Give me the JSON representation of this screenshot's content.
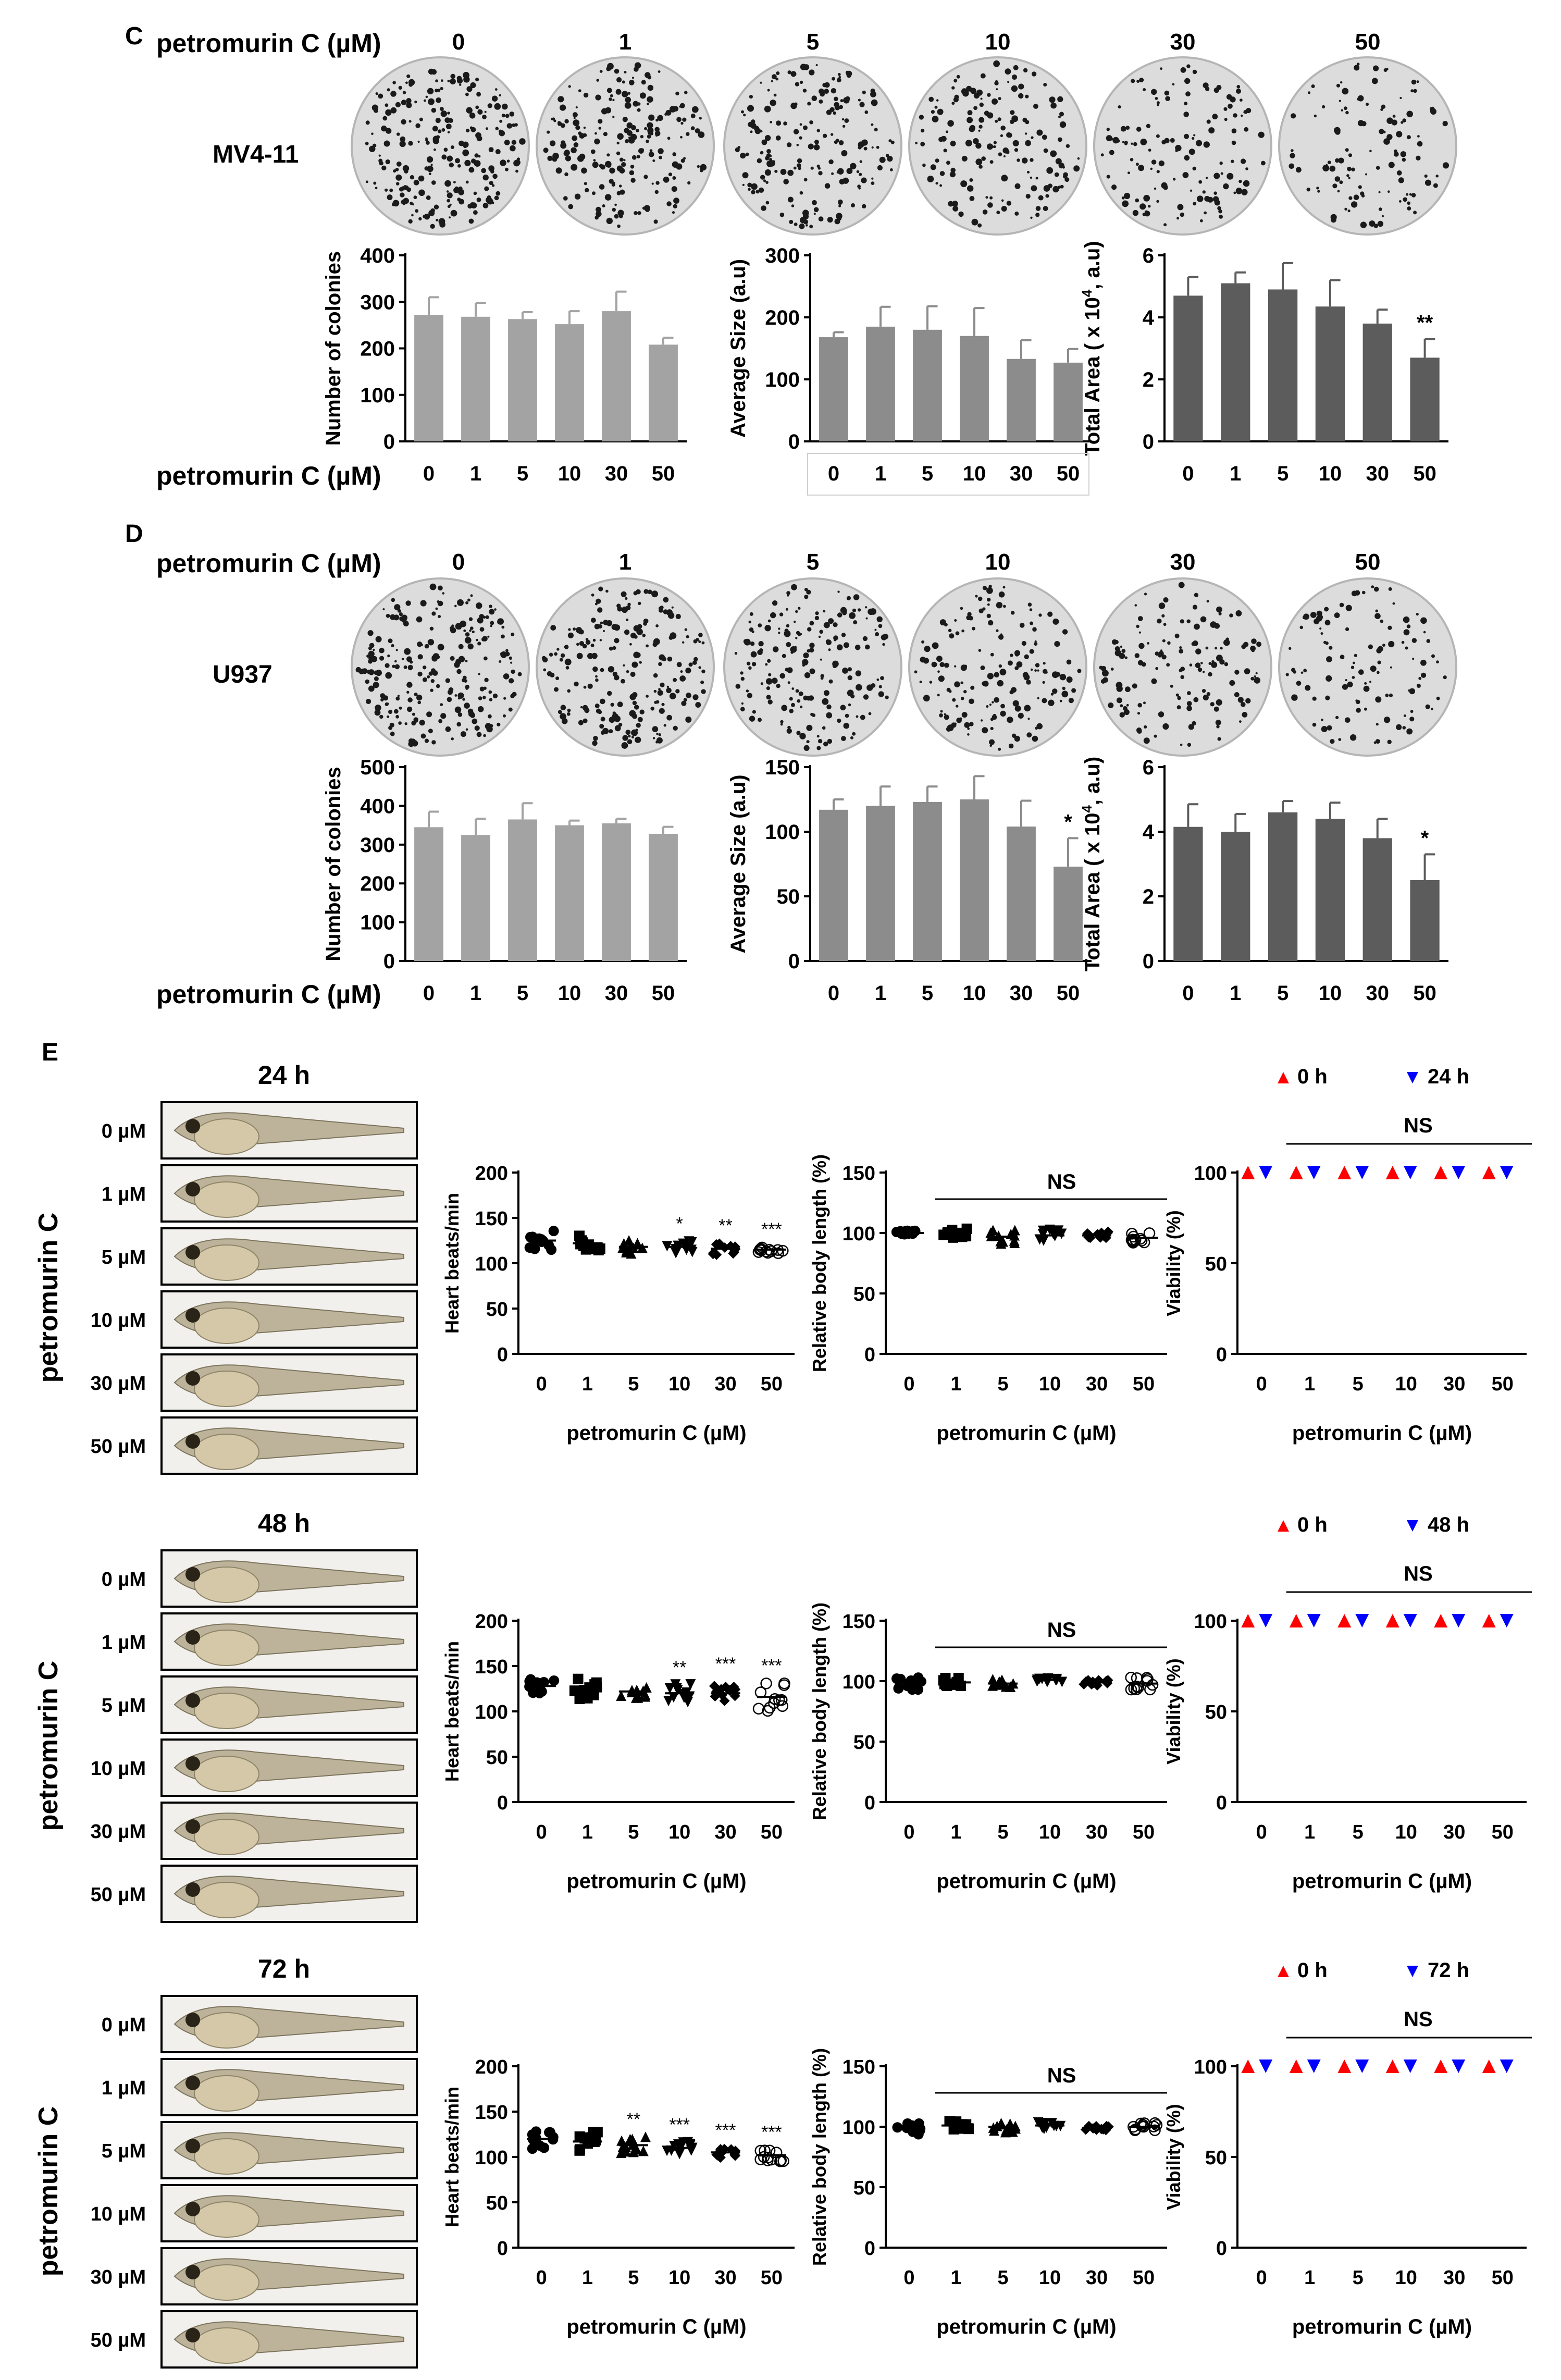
{
  "panels": {
    "C": "C",
    "D": "D",
    "E": "E"
  },
  "dose_header_label": "petromurin C (µM)",
  "doses": [
    "0",
    "1",
    "5",
    "10",
    "30",
    "50"
  ],
  "cell_lines": {
    "C": "MV4-11",
    "D": "U937"
  },
  "time_labels": [
    "24 h",
    "48 h",
    "72 h"
  ],
  "conc_labels": [
    "0 µM",
    "1 µM",
    "5 µM",
    "10 µM",
    "30 µM",
    "50 µM"
  ],
  "row_label_E": "petromurin C",
  "legend": {
    "zero": "0 h",
    "t": [
      "24 h",
      "48 h",
      "72 h"
    ]
  },
  "ns_label": "NS",
  "colors": {
    "bar_light": "#a3a3a3",
    "bar_mid": "#8c8c8c",
    "bar_dark": "#5c5c5c",
    "red": "#ff0000",
    "blue": "#0000ff"
  },
  "chart_data": [
    {
      "id": "C-colonies",
      "type": "bar",
      "categories": [
        "0",
        "1",
        "5",
        "10",
        "30",
        "50"
      ],
      "values": [
        272,
        268,
        263,
        252,
        280,
        208
      ],
      "errors": [
        38,
        30,
        15,
        28,
        42,
        15
      ],
      "ylabel": "Number of colonies",
      "xlabel": "petromurin C (µM)",
      "ylim": [
        0,
        400
      ],
      "yticks": [
        0,
        100,
        200,
        300,
        400
      ],
      "sig": [
        "",
        "",
        "",
        "",
        "",
        ""
      ]
    },
    {
      "id": "C-size",
      "type": "bar",
      "categories": [
        "0",
        "1",
        "5",
        "10",
        "30",
        "50"
      ],
      "values": [
        168,
        185,
        180,
        170,
        133,
        127
      ],
      "errors": [
        8,
        32,
        38,
        45,
        30,
        22
      ],
      "ylabel": "Average Size (a.u)",
      "ylim": [
        0,
        300
      ],
      "yticks": [
        0,
        100,
        200,
        300
      ],
      "sig": [
        "",
        "",
        "",
        "",
        "",
        ""
      ]
    },
    {
      "id": "C-area",
      "type": "bar",
      "categories": [
        "0",
        "1",
        "5",
        "10",
        "30",
        "50"
      ],
      "values": [
        4.7,
        5.1,
        4.9,
        4.35,
        3.8,
        2.7
      ],
      "errors": [
        0.6,
        0.35,
        0.85,
        0.85,
        0.45,
        0.6
      ],
      "ylabel": "Total Area ( x 10^4, a.u)",
      "ylim": [
        0,
        6
      ],
      "yticks": [
        0,
        2,
        4,
        6
      ],
      "sig": [
        "",
        "",
        "",
        "",
        "",
        "**"
      ]
    },
    {
      "id": "D-colonies",
      "type": "bar",
      "categories": [
        "0",
        "1",
        "5",
        "10",
        "30",
        "50"
      ],
      "values": [
        345,
        325,
        365,
        350,
        355,
        328
      ],
      "errors": [
        40,
        42,
        42,
        12,
        12,
        18
      ],
      "ylabel": "Number of colonies",
      "xlabel": "petromurin C (µM)",
      "ylim": [
        0,
        500
      ],
      "yticks": [
        0,
        100,
        200,
        300,
        400,
        500
      ],
      "sig": [
        "",
        "",
        "",
        "",
        "",
        ""
      ]
    },
    {
      "id": "D-size",
      "type": "bar",
      "categories": [
        "0",
        "1",
        "5",
        "10",
        "30",
        "50"
      ],
      "values": [
        117,
        120,
        123,
        125,
        104,
        73
      ],
      "errors": [
        8,
        15,
        12,
        18,
        20,
        22
      ],
      "ylabel": "Average Size (a.u)",
      "ylim": [
        0,
        150
      ],
      "yticks": [
        0,
        50,
        100,
        150
      ],
      "sig": [
        "",
        "",
        "",
        "",
        "",
        "*"
      ]
    },
    {
      "id": "D-area",
      "type": "bar",
      "categories": [
        "0",
        "1",
        "5",
        "10",
        "30",
        "50"
      ],
      "values": [
        4.15,
        4.0,
        4.6,
        4.4,
        3.8,
        2.5
      ],
      "errors": [
        0.7,
        0.55,
        0.35,
        0.5,
        0.6,
        0.8
      ],
      "ylabel": "Total Area ( x 10^4, a.u)",
      "ylim": [
        0,
        6
      ],
      "yticks": [
        0,
        2,
        4,
        6
      ],
      "sig": [
        "",
        "",
        "",
        "",
        "",
        "*"
      ]
    },
    {
      "id": "E24-heart",
      "type": "scatter",
      "categories": [
        "0",
        "1",
        "5",
        "10",
        "30",
        "50"
      ],
      "values": [
        125,
        122,
        118,
        118,
        116,
        115
      ],
      "spread": [
        12,
        9,
        8,
        7,
        7,
        4
      ],
      "ylabel": "Heart beats/min",
      "xlabel": "petromurin C (µM)",
      "ylim": [
        0,
        200
      ],
      "yticks": [
        0,
        50,
        100,
        150,
        200
      ],
      "sig": [
        "",
        "",
        "",
        "*",
        "**",
        "***"
      ]
    },
    {
      "id": "E24-length",
      "type": "scatter",
      "categories": [
        "0",
        "1",
        "5",
        "10",
        "30",
        "50"
      ],
      "values": [
        100,
        100,
        97,
        98,
        98,
        96
      ],
      "spread": [
        2,
        4,
        6,
        5,
        4,
        4
      ],
      "ylabel": "Relative body length (%)",
      "xlabel": "petromurin C (µM)",
      "ylim": [
        0,
        150
      ],
      "yticks": [
        0,
        50,
        100,
        150
      ],
      "sig": [
        "",
        "",
        "",
        "",
        "",
        ""
      ]
    },
    {
      "id": "E24-viability",
      "type": "scatter",
      "categories": [
        "0",
        "1",
        "5",
        "10",
        "30",
        "50"
      ],
      "values_zero": [
        100,
        100,
        100,
        100,
        100,
        100
      ],
      "values_t": [
        100,
        100,
        100,
        100,
        100,
        100
      ],
      "ylabel": "Viability (%)",
      "xlabel": "petromurin C (µM)",
      "ylim": [
        0,
        100
      ],
      "yticks": [
        0,
        50,
        100
      ],
      "legend": [
        "0 h",
        "24 h"
      ]
    },
    {
      "id": "E48-heart",
      "type": "scatter",
      "categories": [
        "0",
        "1",
        "5",
        "10",
        "30",
        "50"
      ],
      "values": [
        128,
        125,
        122,
        120,
        120,
        116
      ],
      "spread": [
        8,
        12,
        8,
        10,
        14,
        16
      ],
      "ylabel": "Heart beats/min",
      "xlabel": "petromurin C (µM)",
      "ylim": [
        0,
        200
      ],
      "yticks": [
        0,
        50,
        100,
        150,
        200
      ],
      "sig": [
        "",
        "",
        "",
        "**",
        "***",
        "***"
      ]
    },
    {
      "id": "E48-length",
      "type": "scatter",
      "categories": [
        "0",
        "1",
        "5",
        "10",
        "30",
        "50"
      ],
      "values": [
        98,
        99,
        98,
        101,
        99,
        98
      ],
      "spread": [
        5,
        4,
        5,
        2,
        3,
        5
      ],
      "ylabel": "Relative body length (%)",
      "xlabel": "petromurin C (µM)",
      "ylim": [
        0,
        150
      ],
      "yticks": [
        0,
        50,
        100,
        150
      ],
      "sig": [
        "",
        "",
        "",
        "",
        "",
        ""
      ]
    },
    {
      "id": "E48-viability",
      "type": "scatter",
      "categories": [
        "0",
        "1",
        "5",
        "10",
        "30",
        "50"
      ],
      "values_zero": [
        100,
        100,
        100,
        100,
        100,
        100
      ],
      "values_t": [
        100,
        100,
        100,
        100,
        100,
        100
      ],
      "ylabel": "Viability (%)",
      "xlabel": "petromurin C (µM)",
      "ylim": [
        0,
        100
      ],
      "yticks": [
        0,
        50,
        100
      ],
      "legend": [
        "0 h",
        "48 h"
      ]
    },
    {
      "id": "E72-heart",
      "type": "scatter",
      "categories": [
        "0",
        "1",
        "5",
        "10",
        "30",
        "50"
      ],
      "values": [
        120,
        117,
        113,
        110,
        105,
        102
      ],
      "spread": [
        12,
        11,
        10,
        7,
        6,
        7
      ],
      "ylabel": "Heart beats/min",
      "xlabel": "petromurin C (µM)",
      "ylim": [
        0,
        200
      ],
      "yticks": [
        0,
        50,
        100,
        150,
        200
      ],
      "sig": [
        "",
        "",
        "**",
        "***",
        "***",
        "***"
      ]
    },
    {
      "id": "E72-length",
      "type": "scatter",
      "categories": [
        "0",
        "1",
        "5",
        "10",
        "30",
        "50"
      ],
      "values": [
        98,
        101,
        100,
        101,
        99,
        100
      ],
      "spread": [
        5,
        4,
        5,
        3,
        2,
        3
      ],
      "ylabel": "Relative body length (%)",
      "xlabel": "petromurin C (µM)",
      "ylim": [
        0,
        150
      ],
      "yticks": [
        0,
        50,
        100,
        150
      ],
      "sig": [
        "",
        "",
        "",
        "",
        "",
        ""
      ]
    },
    {
      "id": "E72-viability",
      "type": "scatter",
      "categories": [
        "0",
        "1",
        "5",
        "10",
        "30",
        "50"
      ],
      "values_zero": [
        100,
        100,
        100,
        100,
        100,
        100
      ],
      "values_t": [
        100,
        100,
        100,
        100,
        100,
        100
      ],
      "ylabel": "Viability (%)",
      "xlabel": "petromurin C (µM)",
      "ylim": [
        0,
        100
      ],
      "yticks": [
        0,
        50,
        100
      ],
      "legend": [
        "0 h",
        "72 h"
      ]
    }
  ]
}
